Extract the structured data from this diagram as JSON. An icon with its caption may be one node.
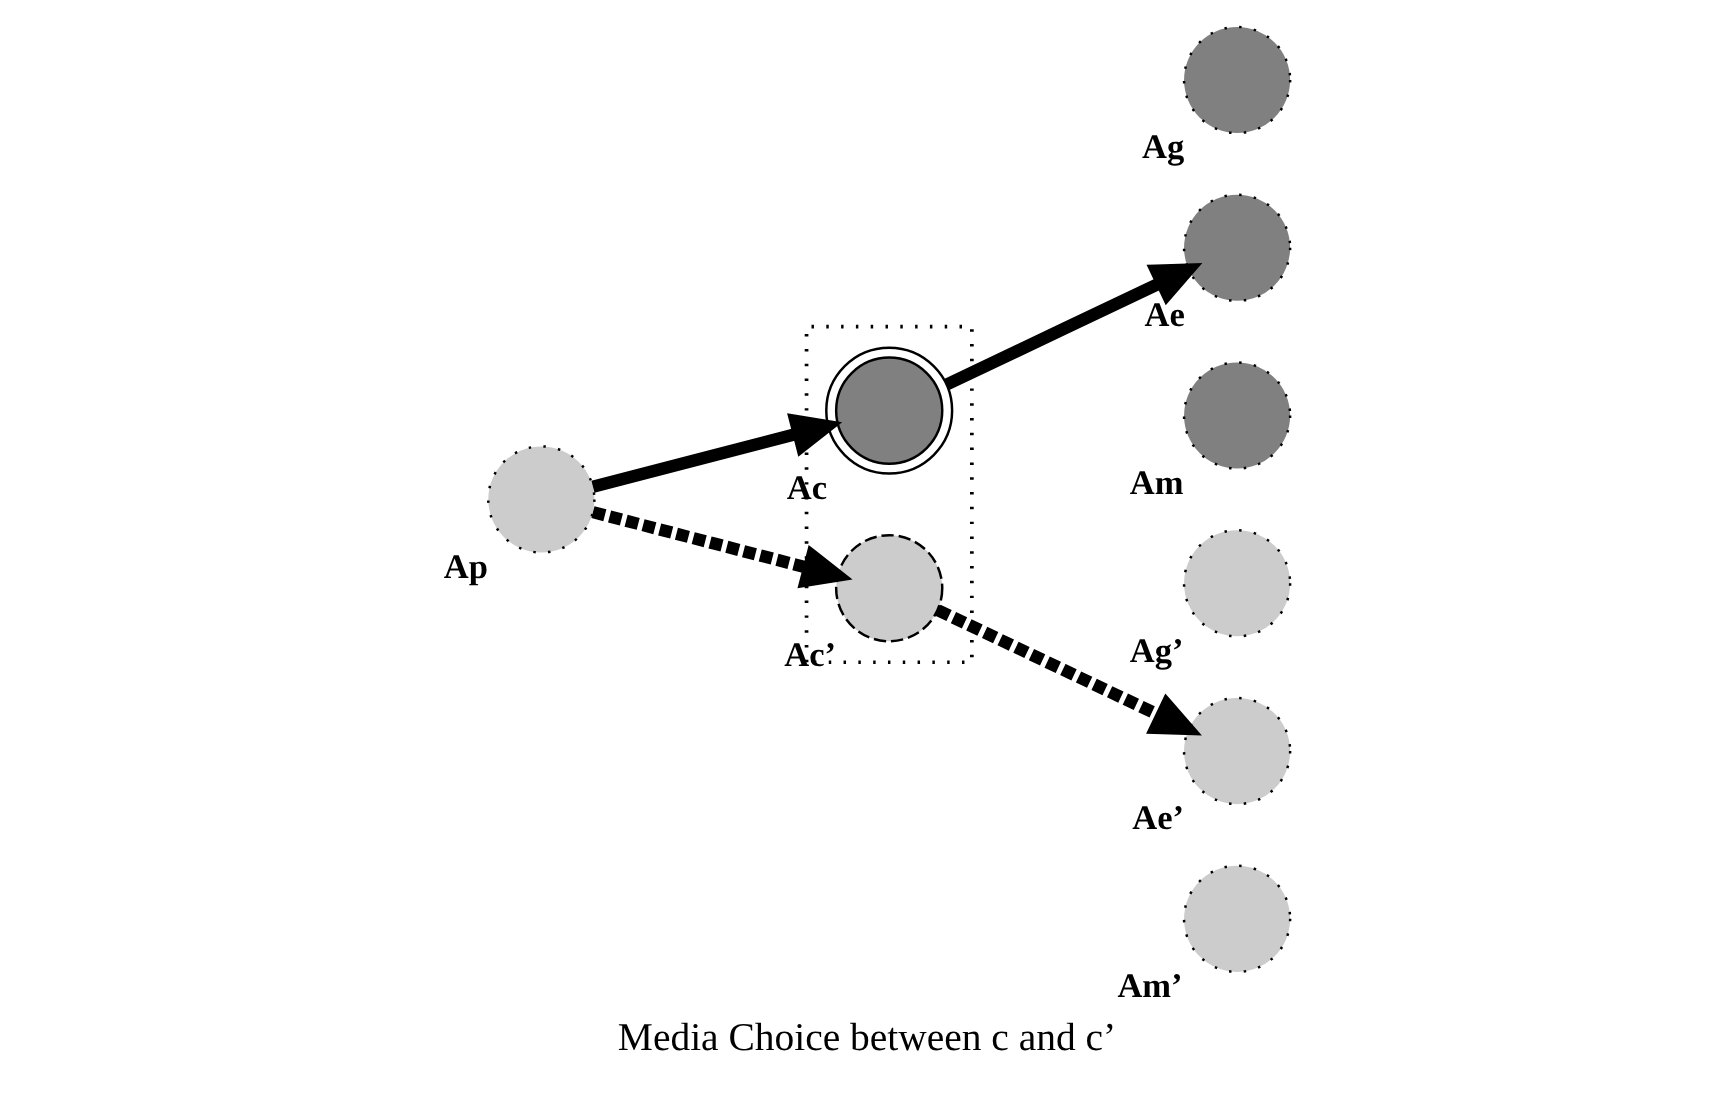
{
  "diagram": {
    "caption": "Media Choice between c and c’",
    "nodes": [
      {
        "text": [],
        "shape": "circle",
        "beside": [
          "Ap"
        ]
      },
      {
        "text": [],
        "shape": "box"
      },
      {
        "text": [],
        "shape": "circle",
        "beside": [
          "Ac"
        ],
        "in": 1
      },
      {
        "text": [],
        "shape": "circle",
        "beside": [
          "Ac’"
        ],
        "in": 1
      },
      {
        "text": [],
        "shape": "circle",
        "beside": [
          "Ag"
        ]
      },
      {
        "text": [],
        "shape": "circle",
        "beside": [
          "Ae"
        ]
      },
      {
        "text": [],
        "shape": "circle",
        "beside": [
          "Am"
        ]
      },
      {
        "text": [],
        "shape": "circle",
        "beside": [
          "Ag’"
        ]
      },
      {
        "text": [],
        "shape": "circle",
        "beside": [
          "Ae’"
        ]
      },
      {
        "text": [],
        "shape": "circle",
        "beside": [
          "Am’"
        ]
      }
    ],
    "edges": [
      {
        "from": 0,
        "to": 2,
        "arrow": "to"
      },
      {
        "from": 0,
        "to": 3,
        "arrow": "to",
        "style": "dashed"
      },
      {
        "from": 2,
        "to": 5,
        "arrow": "to"
      },
      {
        "from": 3,
        "to": 8,
        "arrow": "to",
        "style": "dashed"
      }
    ]
  }
}
